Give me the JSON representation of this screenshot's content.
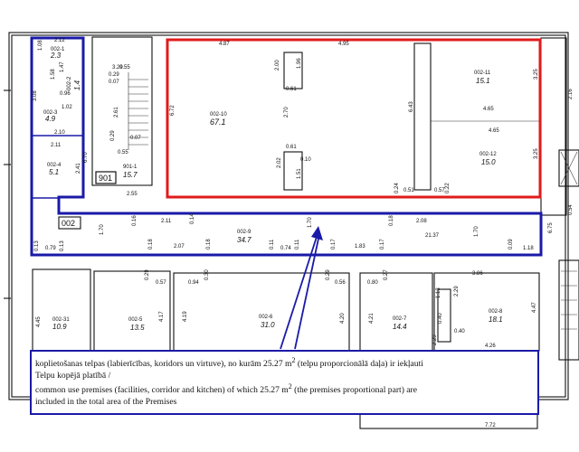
{
  "rooms": [
    {
      "id": "002-1",
      "area": "2.3"
    },
    {
      "id": "002-2",
      "area": "1.4"
    },
    {
      "id": "002-3",
      "area": "4.9"
    },
    {
      "id": "002-4",
      "area": "5.1"
    },
    {
      "id": "901-1",
      "area": "15.7"
    },
    {
      "id": "002-10",
      "area": "67.1"
    },
    {
      "id": "002-11",
      "area": "15.1"
    },
    {
      "id": "002-12",
      "area": "15.0"
    },
    {
      "id": "002-9",
      "area": "34.7"
    },
    {
      "id": "002-31",
      "area": "10.9"
    },
    {
      "id": "002-5",
      "area": "13.5"
    },
    {
      "id": "002-6",
      "area": "31.0"
    },
    {
      "id": "002-7",
      "area": "14.4"
    },
    {
      "id": "002-8",
      "area": "18.1"
    }
  ],
  "labels": {
    "unit_901": "901",
    "unit_002": "002"
  },
  "dims": [
    "2.12",
    "1.08",
    "1.58",
    "1.47",
    "0.96",
    "1.02",
    "3.08",
    "2.10",
    "2.11",
    "2.41",
    "3.29",
    "0.55",
    "0.29",
    "0.07",
    "2.61",
    "6.70",
    "0.29",
    "0.55",
    "0.07",
    "2.55",
    "4.87",
    "4.95",
    "2.00",
    "1.96",
    "0.61",
    "6.72",
    "2.70",
    "0.61",
    "2.02",
    "0.10",
    "1.51",
    "6.43",
    "4.65",
    "3.25",
    "4.65",
    "3.25",
    "0.24",
    "0.51",
    "0.57",
    "0.22",
    "2.16",
    "1.70",
    "0.16",
    "2.11",
    "0.14",
    "1.70",
    "0.18",
    "2.08",
    "21.37",
    "1.70",
    "0.54",
    "6.75",
    "0.13",
    "0.79",
    "0.13",
    "0.18",
    "2.07",
    "0.18",
    "0.11",
    "0.74",
    "0.11",
    "0.17",
    "1.83",
    "0.17",
    "0.09",
    "1.18",
    "0.29",
    "0.57",
    "0.94",
    "0.30",
    "0.29",
    "0.56",
    "0.80",
    "0.27",
    "3.86",
    "1.13",
    "2.29",
    "4.45",
    "4.17",
    "4.19",
    "4.20",
    "4.21",
    "0.40",
    "0.40",
    "2.29",
    "4.47",
    "4.26",
    "7.72"
  ],
  "legend": {
    "lv_part1": "koplietošanas telpas (labierīcības, koridors un virtuve), no kurām 25.27 m",
    "lv_sup": "2",
    "lv_part2": " (telpu proporcionālā daļa) ir iekļauti",
    "lv_line2": "Telpu kopējā platībā /",
    "en_part1": "common use premises (facilities, corridor and kitchen) of which 25.27 m",
    "en_sup": "2",
    "en_part2": " (the premises proportional part) are",
    "en_line2": "included in the total area of the Premises"
  },
  "colors": {
    "highlight_red": "#e01b1b",
    "highlight_blue": "#1a1aa8",
    "walls": "#111111"
  }
}
